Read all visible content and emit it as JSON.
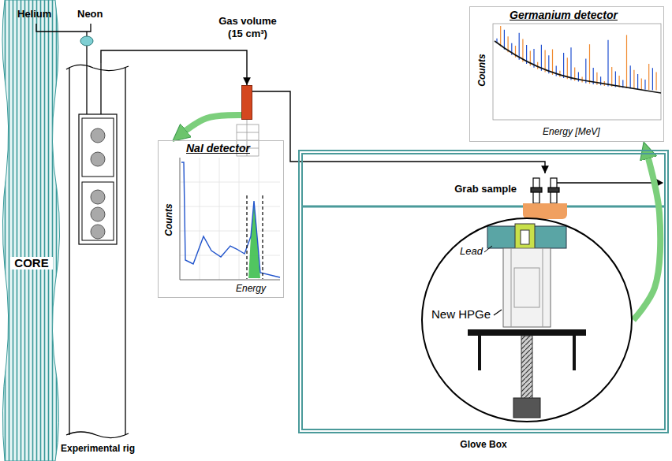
{
  "diagram": {
    "nodes": [
      {
        "text": [
          "CORE"
        ]
      },
      {
        "text": [
          "Experimental rig"
        ]
      },
      {
        "text": [
          "Gas volume (15 cm³)"
        ]
      },
      {
        "text": [
          "NaI detector",
          "Counts",
          "Energy"
        ]
      },
      {
        "text": [
          "Germanium detector",
          "Counts",
          "Energy [MeV]"
        ]
      },
      {
        "text": [
          "Glove Box"
        ]
      },
      {
        "text": [
          "Grab sample"
        ],
        "in": 5
      },
      {
        "text": [
          "New HPGe",
          "Lead"
        ],
        "in": 5
      }
    ],
    "edges": [
      {
        "from": 1,
        "to": 2,
        "arrow": "to"
      },
      {
        "from": 2,
        "to": 6,
        "arrow": "to"
      },
      {
        "from": 2,
        "to": 3,
        "arrow": "to"
      },
      {
        "from": 7,
        "to": 4,
        "arrow": "to"
      }
    ],
    "labels": [
      "Helium",
      "Neon"
    ]
  }
}
